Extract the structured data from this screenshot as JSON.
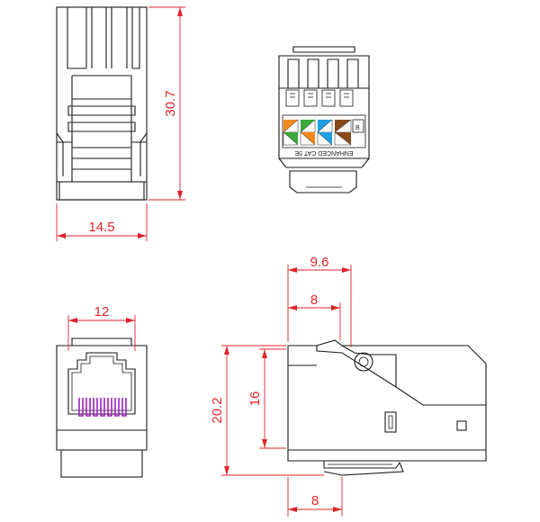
{
  "dimensions": {
    "height_front": "30.7",
    "width_front": "14.5",
    "width_bottom": "12",
    "side_top": "9.6",
    "side_mid": "8",
    "side_height_outer": "20.2",
    "side_height_inner": "16",
    "side_bottom": "8"
  },
  "label": {
    "text": "ENHANCED CAT 5E",
    "row_letter": "B"
  },
  "colors": {
    "dimension": "#e0242b",
    "outline": "#1a1a1a",
    "pins": "#a020c0",
    "wire_orange": "#f08a1c",
    "wire_green": "#3aa83a",
    "wire_blue": "#1ea0e0",
    "wire_brown": "#8a4a1c"
  }
}
